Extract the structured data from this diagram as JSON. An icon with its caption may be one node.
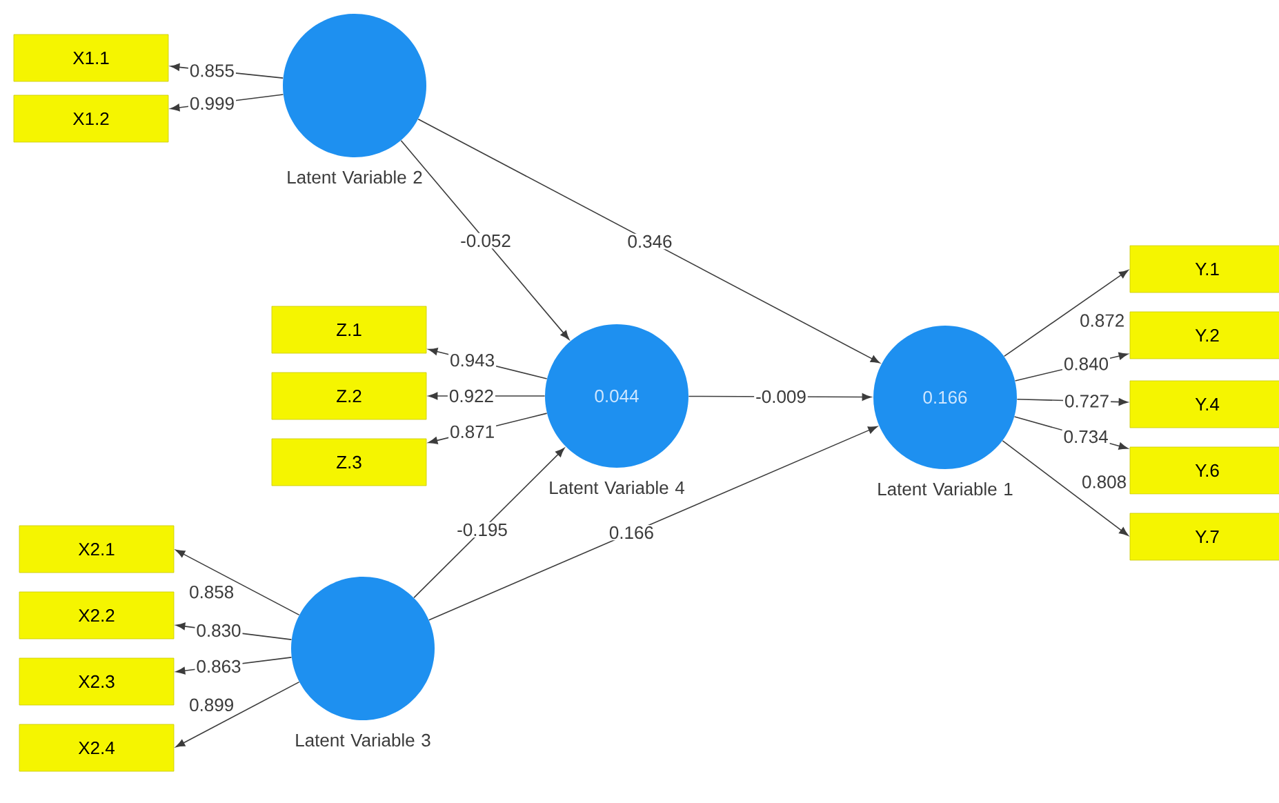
{
  "diagram": {
    "nodes": [
      {
        "text": [],
        "shape": "circle",
        "beside": [
          "Latent Variable 2"
        ]
      },
      {
        "text": [
          "X1.1"
        ]
      },
      {
        "text": [
          "X1.2"
        ]
      },
      {
        "text": [
          "0.044"
        ],
        "beside": [
          "Latent Variable 4"
        ]
      },
      {
        "text": [
          "Z.1"
        ]
      },
      {
        "text": [
          "Z.2"
        ]
      },
      {
        "text": [
          "Z.3"
        ]
      },
      {
        "text": [
          "0.166"
        ],
        "beside": [
          "Latent Variable 1"
        ]
      },
      {
        "text": [
          "Y.1"
        ]
      },
      {
        "text": [
          "Y.2"
        ]
      },
      {
        "text": [
          "Y.4"
        ]
      },
      {
        "text": [
          "Y.6"
        ]
      },
      {
        "text": [
          "Y.7"
        ]
      },
      {
        "text": [],
        "shape": "circle",
        "beside": [
          "Latent Variable 3"
        ]
      },
      {
        "text": [
          "X2.1"
        ]
      },
      {
        "text": [
          "X2.2"
        ]
      },
      {
        "text": [
          "X2.3"
        ]
      },
      {
        "text": [
          "X2.4"
        ]
      }
    ],
    "edges": [
      {
        "from": 0,
        "to": 1,
        "arrow": "to",
        "label": "0.855"
      },
      {
        "from": 0,
        "to": 2,
        "arrow": "to",
        "label": "0.999"
      },
      {
        "from": 0,
        "to": 3,
        "arrow": "to",
        "label": "-0.052"
      },
      {
        "from": 0,
        "to": 7,
        "arrow": "to",
        "label": "0.346"
      },
      {
        "from": 3,
        "to": 4,
        "arrow": "to",
        "label": "0.943"
      },
      {
        "from": 3,
        "to": 5,
        "arrow": "to",
        "label": "0.922"
      },
      {
        "from": 3,
        "to": 6,
        "arrow": "to",
        "label": "0.871"
      },
      {
        "from": 3,
        "to": 7,
        "arrow": "to",
        "label": "-0.009"
      },
      {
        "from": 13,
        "to": 3,
        "arrow": "to",
        "label": "-0.195"
      },
      {
        "from": 13,
        "to": 7,
        "arrow": "to",
        "label": "0.166"
      },
      {
        "from": 7,
        "to": 8,
        "arrow": "to",
        "label": "0.872"
      },
      {
        "from": 7,
        "to": 9,
        "arrow": "to",
        "label": "0.840"
      },
      {
        "from": 7,
        "to": 10,
        "arrow": "to",
        "label": "0.727"
      },
      {
        "from": 7,
        "to": 11,
        "arrow": "to",
        "label": "0.734"
      },
      {
        "from": 7,
        "to": 12,
        "arrow": "to",
        "label": "0.808"
      },
      {
        "from": 13,
        "to": 14,
        "arrow": "to",
        "label": "0.858"
      },
      {
        "from": 13,
        "to": 15,
        "arrow": "to",
        "label": "0.830"
      },
      {
        "from": 13,
        "to": 16,
        "arrow": "to",
        "label": "0.863"
      },
      {
        "from": 13,
        "to": 17,
        "arrow": "to",
        "label": "0.899"
      }
    ]
  }
}
